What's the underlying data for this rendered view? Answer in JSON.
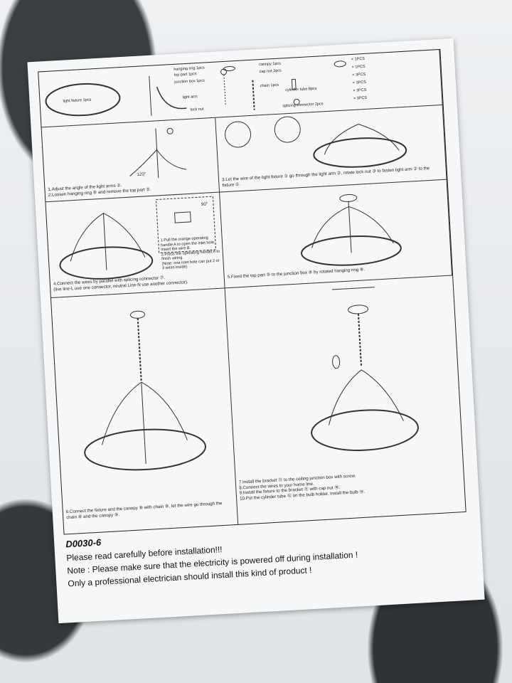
{
  "parts_list": {
    "hanging_ring": "hanging ring 1pcs",
    "top_part": "top part 1pcs",
    "junction_box": "junction box 1pcs",
    "light_fixture": "light fixture 1pcs",
    "light_arm": "light arm",
    "lock_nut": "lock nut",
    "canopy": "canopy 1pcs",
    "cap_nut": "cap nut 2pcs",
    "chain": "chain 1pcs",
    "cylinder_tube": "cylinder tube 8pcs",
    "splicing_connector": "splicing connector 2pcs",
    "hardware": [
      "× 1PCS",
      "× 1PCS",
      "× 3PCS",
      "× 3PCS",
      "× 3PCS",
      "× 3PCS"
    ]
  },
  "steps": {
    "step1": "1.Adjust the angle of the light arms ②.\n2.Loosen hanging ring ⑥ and remove the top part ⑤.",
    "step3": "3.Let the wire of the light fixture ① go through the light arm ②, rotate lock nut ③ to fasten light arm ② to the fixture ①.",
    "step4": "4.Connect the wires by parallel with splicing connector ⑦.\n(live line-L use one connector, neutral Line-N use another connector).",
    "step_connector": "1.Pull the orange operating handle A to open the inlet hole, insert the wire B.\n2.Press the operating handle A to finish wiring.\n(Note: one inlet hole can put 2 or 3 wires inside)",
    "step5": "5.Fixed the top part ⑤ to the junction box ④ by rotated hanging ring ⑥.",
    "step6": "6.Connect the fixture and the canopy ⑨ with chain ⑧, let the wire go through the chain ⑧ and the canopy ⑨.",
    "step7": "7.Install the bracket ⑪ to the ceiling junction box with screw.\n8.Connect the wires to your home line.\n9.Install the fixture to the bracket ⑪ with cap nut ⑩.\n10.Put the cylinder tube ⑫ on the bulb holder, install the bulb ⑭."
  },
  "angle_label": "120°",
  "angle_label_2": "90°",
  "doc_code": "D0030-6",
  "notices": [
    "Please read carefully before installation!!!",
    "Note : Please make sure that the electricity is powered off during installation !",
    "Only a professional electrician should install this kind of product !"
  ]
}
